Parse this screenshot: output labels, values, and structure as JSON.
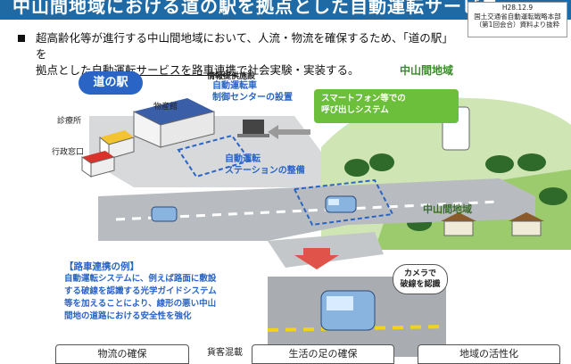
{
  "header": {
    "title": "中山間地域における道の駅を拠点とした自動運転サービス",
    "source_date": "H28.12.9",
    "source_org": "国土交通省自動運転戦略本部",
    "source_note": "（第1回会合）資料より抜粋"
  },
  "bullet": {
    "line1": "超高齢化等が進行する中山間地域において、人流・物流を確保するため、「道の駅」を",
    "line2_pre": "拠点とした",
    "line2_u": "自動運転サービスを路車連携",
    "line2_post": "で社会実験・実装する。"
  },
  "scene": {
    "michi_no_eki": "道の駅",
    "buppankan": "物産館",
    "shinryojo": "診療所",
    "gyosei": "行政窓口",
    "info_facility": "情報提供施設",
    "control_center_line1": "自動運転車",
    "control_center_line2": "制御センターの設置",
    "station_line1": "自動運転",
    "station_line2": "ステーションの整備",
    "mountain_area": "中山間地域",
    "mountain_area_road": "中山間地域",
    "smartphone_line1": "スマートフォン等での",
    "smartphone_line2": "呼び出しシステム",
    "camera_line1": "カメラで",
    "camera_line2": "破線を認識"
  },
  "example": {
    "title": "【路車連携の例】",
    "line1": "自動運転システムに、例えば路面に敷設",
    "line2": "する破線を認識する光学ガイドシステム",
    "line3": "等を加えることにより、線形の悪い中山",
    "line4": "間地の道路における安全性を強化"
  },
  "bottom": {
    "tab1": "物流の確保",
    "cargo": "貨客混載",
    "tab2": "生活の足の確保",
    "tab3": "地域の活性化"
  },
  "colors": {
    "header": "#1f6aa5",
    "accent_blue": "#2a64c4",
    "green": "#6cbf3a",
    "road": "#b8bcc0"
  }
}
